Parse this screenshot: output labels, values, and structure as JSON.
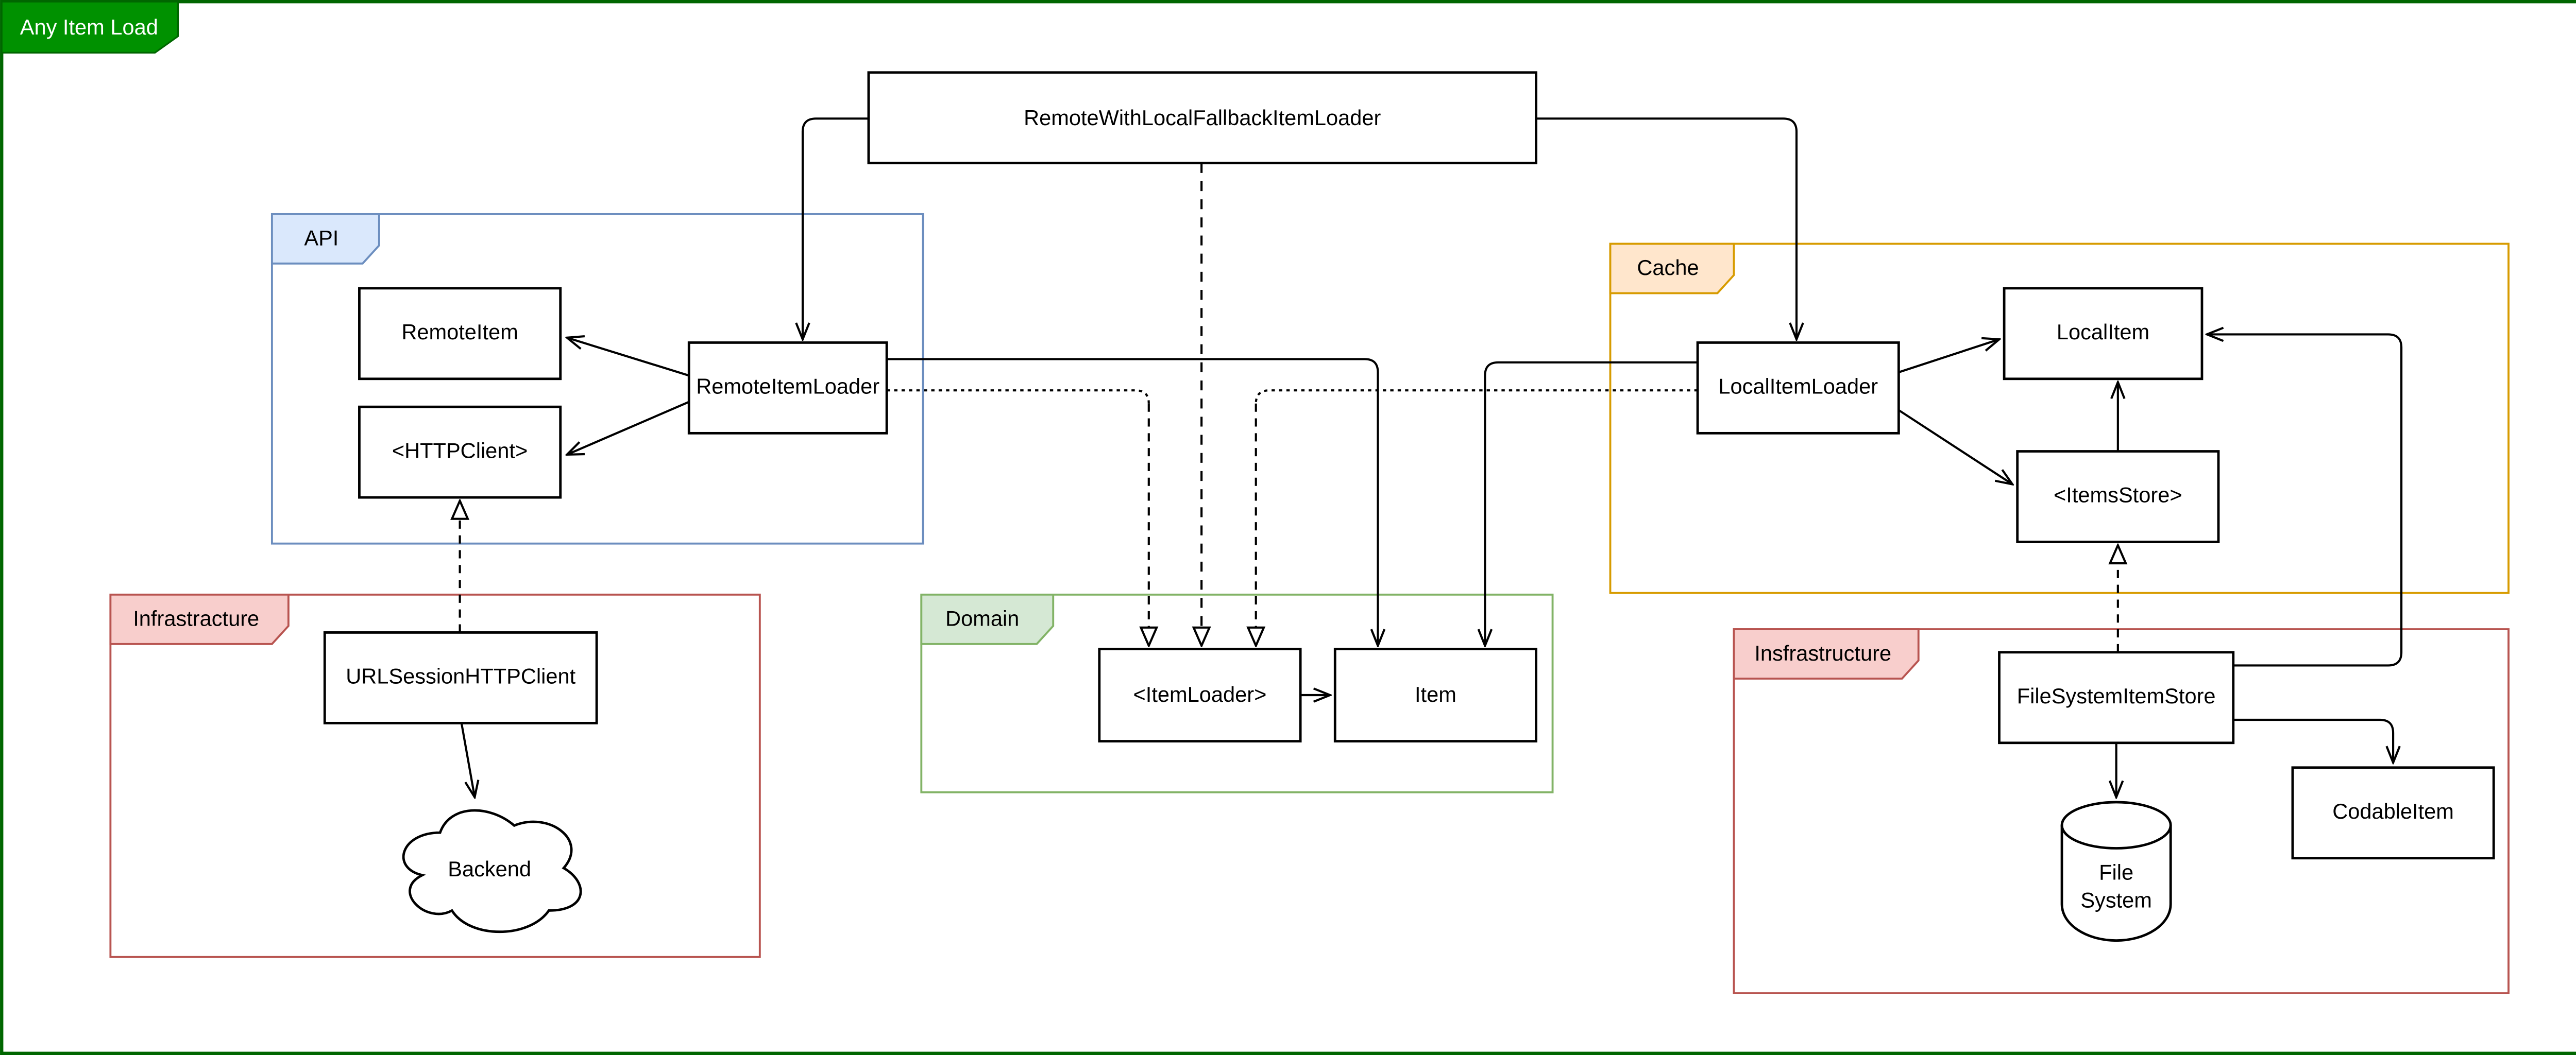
{
  "ribbon": {
    "label": "Any Item Load",
    "fill": "#009100",
    "stroke": "#006600",
    "text_color": "#ffffff"
  },
  "page": {
    "background": "#ffffff",
    "border_color": "#006600"
  },
  "groups": {
    "api": {
      "label": "API",
      "fill": "#dae8fc",
      "stroke": "#6c8ebf"
    },
    "cache": {
      "label": "Cache",
      "fill": "#ffe6cc",
      "stroke": "#d79b00"
    },
    "domain": {
      "label": "Domain",
      "fill": "#d5e8d4",
      "stroke": "#82b366"
    },
    "infrastructure_left": {
      "label": "Infrastracture",
      "fill": "#f8cecc",
      "stroke": "#b85450"
    },
    "infrastructure_right": {
      "label": "Insfrastructure",
      "fill": "#f8cecc",
      "stroke": "#b85450"
    }
  },
  "nodes": {
    "remote_with_local_fallback_item_loader": {
      "label": "RemoteWithLocalFallbackItemLoader",
      "shape": "rect"
    },
    "remote_item": {
      "label": "RemoteItem",
      "shape": "rect"
    },
    "http_client": {
      "label": "<HTTPClient>",
      "shape": "rect"
    },
    "remote_item_loader": {
      "label": "RemoteItemLoader",
      "shape": "rect"
    },
    "local_item": {
      "label": "LocalItem",
      "shape": "rect"
    },
    "local_item_loader": {
      "label": "LocalItemLoader",
      "shape": "rect"
    },
    "items_store": {
      "label": "<ItemsStore>",
      "shape": "rect"
    },
    "item_loader": {
      "label": "<ItemLoader>",
      "shape": "rect"
    },
    "item": {
      "label": "Item",
      "shape": "rect"
    },
    "url_session_http_client": {
      "label": "URLSessionHTTPClient",
      "shape": "rect"
    },
    "backend": {
      "label": "Backend",
      "shape": "cloud"
    },
    "file_system_item_store": {
      "label": "FileSystemItemStore",
      "shape": "rect"
    },
    "file_system": {
      "label": "File System",
      "label_lines": [
        "File",
        "System"
      ],
      "shape": "cylinder"
    },
    "codable_item": {
      "label": "CodableItem",
      "shape": "rect"
    }
  },
  "edges": [
    {
      "from": "remote_with_local_fallback_item_loader",
      "to": "remote_item_loader",
      "style": "solid",
      "arrow": "open"
    },
    {
      "from": "remote_with_local_fallback_item_loader",
      "to": "local_item_loader",
      "style": "solid",
      "arrow": "open"
    },
    {
      "from": "remote_with_local_fallback_item_loader",
      "to": "item_loader",
      "style": "dashed",
      "arrow": "hollow-triangle"
    },
    {
      "from": "remote_item_loader",
      "to": "remote_item",
      "style": "solid",
      "arrow": "open"
    },
    {
      "from": "remote_item_loader",
      "to": "http_client",
      "style": "solid",
      "arrow": "open"
    },
    {
      "from": "remote_item_loader",
      "to": "item",
      "style": "solid",
      "arrow": "open"
    },
    {
      "from": "remote_item_loader",
      "to": "item_loader",
      "style": "dashed",
      "arrow": "hollow-triangle"
    },
    {
      "from": "local_item_loader",
      "to": "item",
      "style": "solid",
      "arrow": "open"
    },
    {
      "from": "local_item_loader",
      "to": "item_loader",
      "style": "dashed",
      "arrow": "hollow-triangle"
    },
    {
      "from": "local_item_loader",
      "to": "local_item",
      "style": "solid",
      "arrow": "open"
    },
    {
      "from": "local_item_loader",
      "to": "items_store",
      "style": "solid",
      "arrow": "open"
    },
    {
      "from": "items_store",
      "to": "local_item",
      "style": "solid",
      "arrow": "open"
    },
    {
      "from": "item_loader",
      "to": "item",
      "style": "solid",
      "arrow": "open"
    },
    {
      "from": "url_session_http_client",
      "to": "http_client",
      "style": "dashed",
      "arrow": "hollow-triangle"
    },
    {
      "from": "url_session_http_client",
      "to": "backend",
      "style": "solid",
      "arrow": "open"
    },
    {
      "from": "file_system_item_store",
      "to": "items_store",
      "style": "dashed",
      "arrow": "hollow-triangle"
    },
    {
      "from": "file_system_item_store",
      "to": "local_item",
      "style": "solid",
      "arrow": "open"
    },
    {
      "from": "file_system_item_store",
      "to": "file_system",
      "style": "solid",
      "arrow": "open"
    },
    {
      "from": "file_system_item_store",
      "to": "codable_item",
      "style": "solid",
      "arrow": "open"
    }
  ]
}
